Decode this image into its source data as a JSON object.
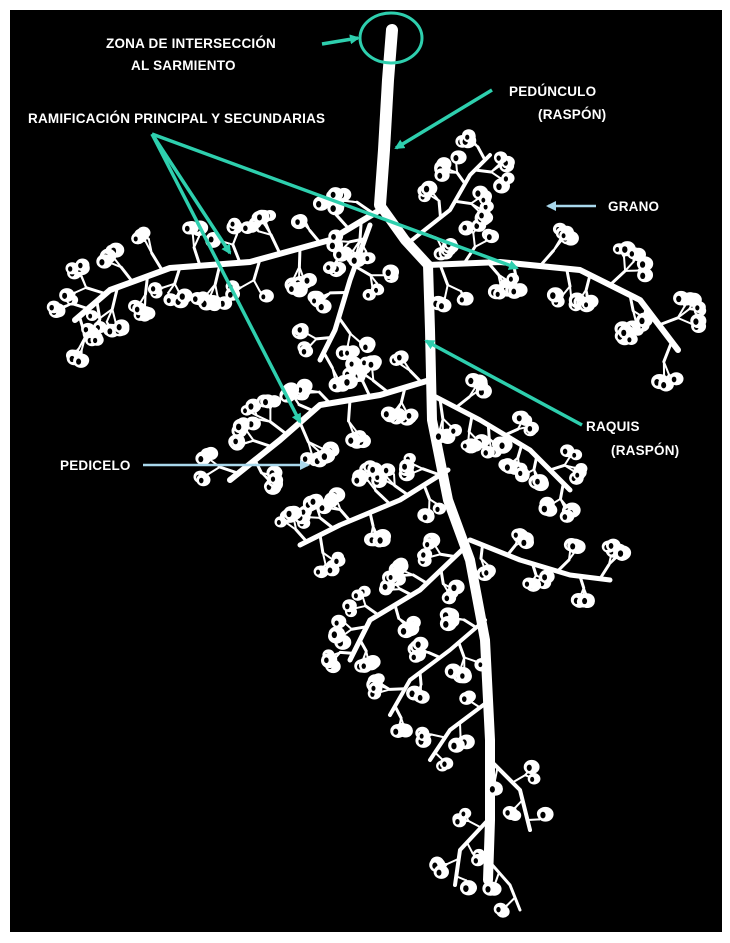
{
  "labels": {
    "zona_line1": "ZONA DE INTERSECCIÓN",
    "zona_line2": "AL SARMIENTO",
    "pedunculo_line1": "PEDÚNCULO",
    "pedunculo_line2": "(RASPÓN)",
    "ramificacion": "RAMIFICACIÓN PRINCIPAL Y SECUNDARIAS",
    "grano": "GRANO",
    "raquis_line1": "RAQUIS",
    "raquis_line2": "(RASPÓN)",
    "pedicelo": "PEDICELO"
  },
  "colors": {
    "background": "#000000",
    "drawing": "#ffffff",
    "accent_arrow": "#2ecfae",
    "light_arrow": "#a9d8ec"
  }
}
